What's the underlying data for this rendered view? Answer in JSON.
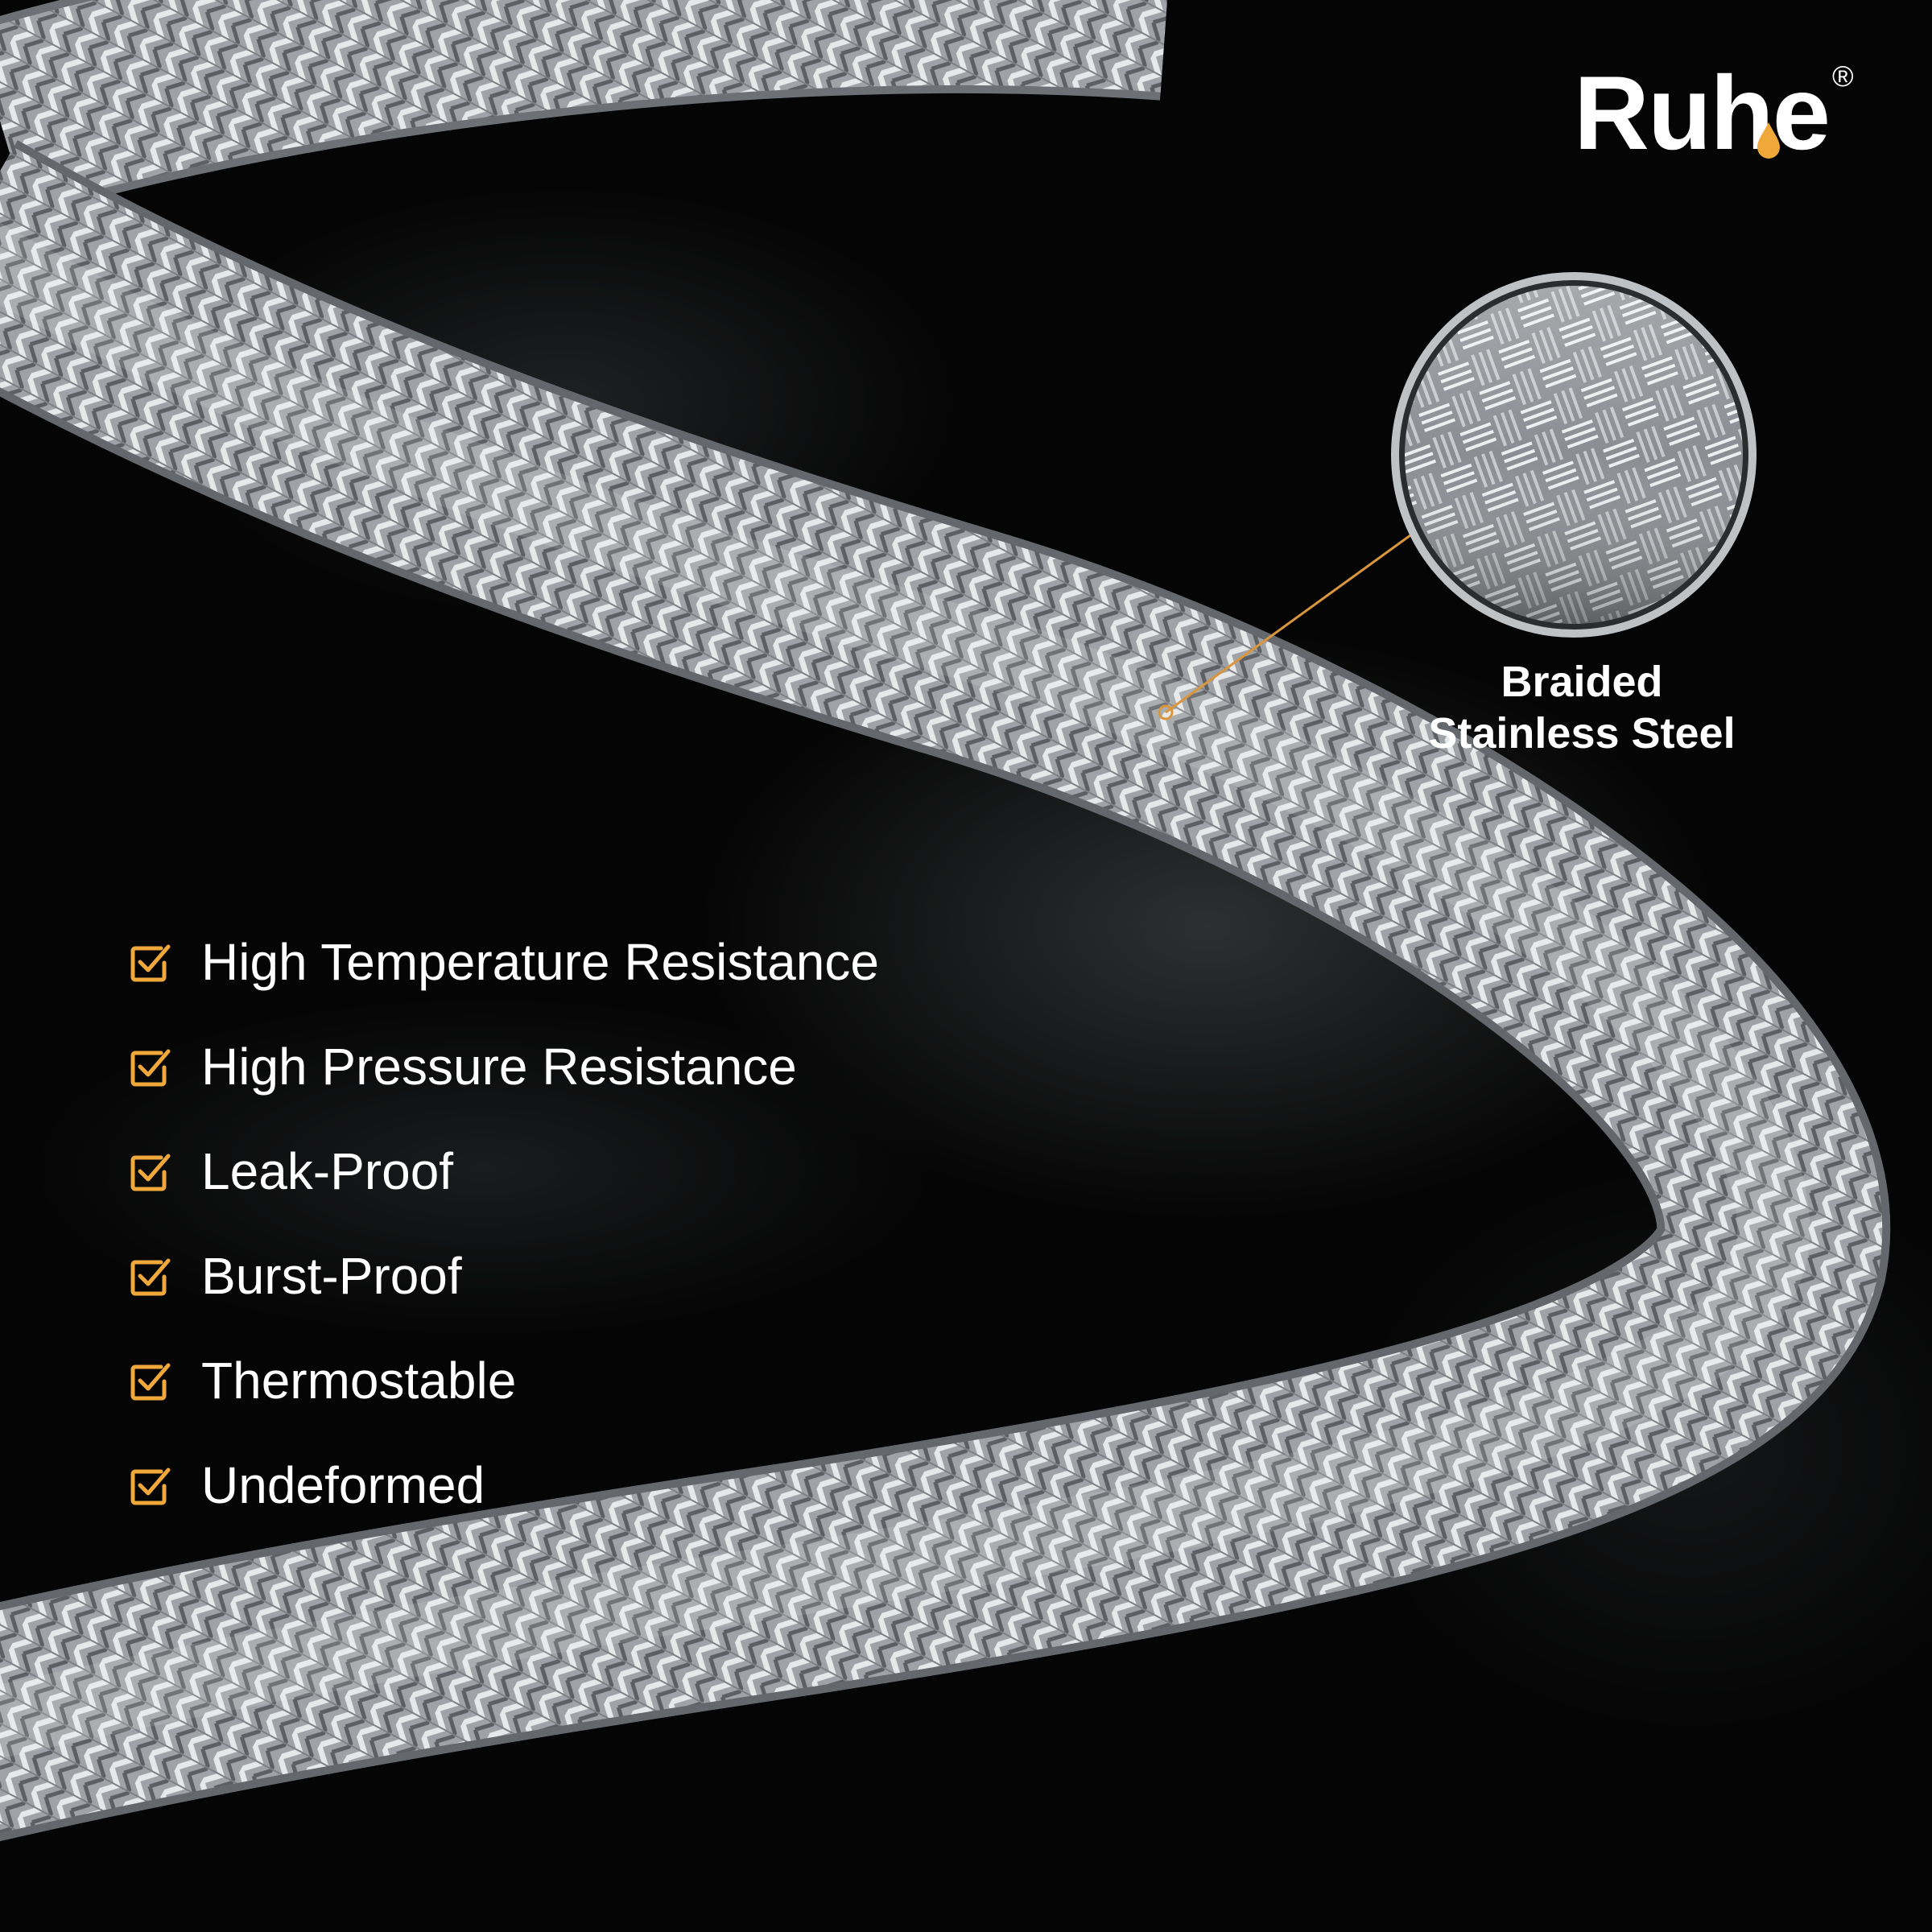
{
  "brand": {
    "name": "Ruhe",
    "registered_mark": "®",
    "drop_color": "#f0a83a"
  },
  "callout": {
    "line1": "Braided",
    "line2": "Stainless Steel",
    "leader_color": "#d9963c"
  },
  "features": [
    {
      "label": "High Temperature Resistance",
      "icon": "checkbox-check-icon"
    },
    {
      "label": "High Pressure Resistance",
      "icon": "checkbox-check-icon"
    },
    {
      "label": "Leak-Proof",
      "icon": "checkbox-check-icon"
    },
    {
      "label": "Burst-Proof",
      "icon": "checkbox-check-icon"
    },
    {
      "label": "Thermostable",
      "icon": "checkbox-check-icon"
    },
    {
      "label": "Undeformed",
      "icon": "checkbox-check-icon"
    }
  ],
  "colors": {
    "background": "#050505",
    "accent": "#f0a83a",
    "text": "#ffffff",
    "hose": "#b9bcbf"
  }
}
